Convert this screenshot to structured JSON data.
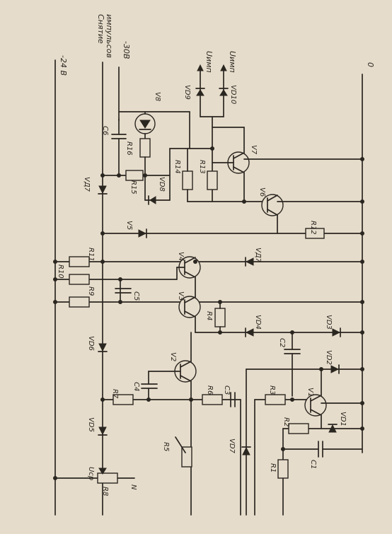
{
  "rails": {
    "minus24": "-24 В",
    "minus30": "-30В",
    "zero": "0",
    "pickup_line1": "Снятие",
    "pickup_line2": "импульсов",
    "out1": "Uимп",
    "out2": "Uимп",
    "ucp": "Uср",
    "n": "N"
  },
  "components": {
    "r1": "R1",
    "r2": "R2",
    "r3": "R3",
    "r4": "R4",
    "r5": "R5",
    "r6": "R6",
    "r7": "R7",
    "r8": "R8",
    "r9": "R9",
    "r10": "R10",
    "r11": "R11",
    "r12": "R12",
    "r13": "R13",
    "r14": "R14",
    "r15": "R15",
    "r16": "R16",
    "c1": "C1",
    "c2": "C2",
    "c3": "C3",
    "c4": "C4",
    "c5": "C5",
    "c6": "C6",
    "v1": "V1",
    "v2": "V2",
    "v3": "V3",
    "v4": "V4",
    "v5": "V5",
    "v6": "V6",
    "v7": "V7",
    "v8": "V8",
    "vd1": "VD1",
    "vd2": "VD2",
    "vd3": "VD3",
    "vd4": "VD4",
    "vd5": "VD5",
    "vd6": "VD6",
    "vd7a": "VD7",
    "vd7b": "VД7",
    "vd7c": "VД7",
    "vd8": "VD8",
    "vd9": "VD9",
    "vd10": "VD10"
  }
}
